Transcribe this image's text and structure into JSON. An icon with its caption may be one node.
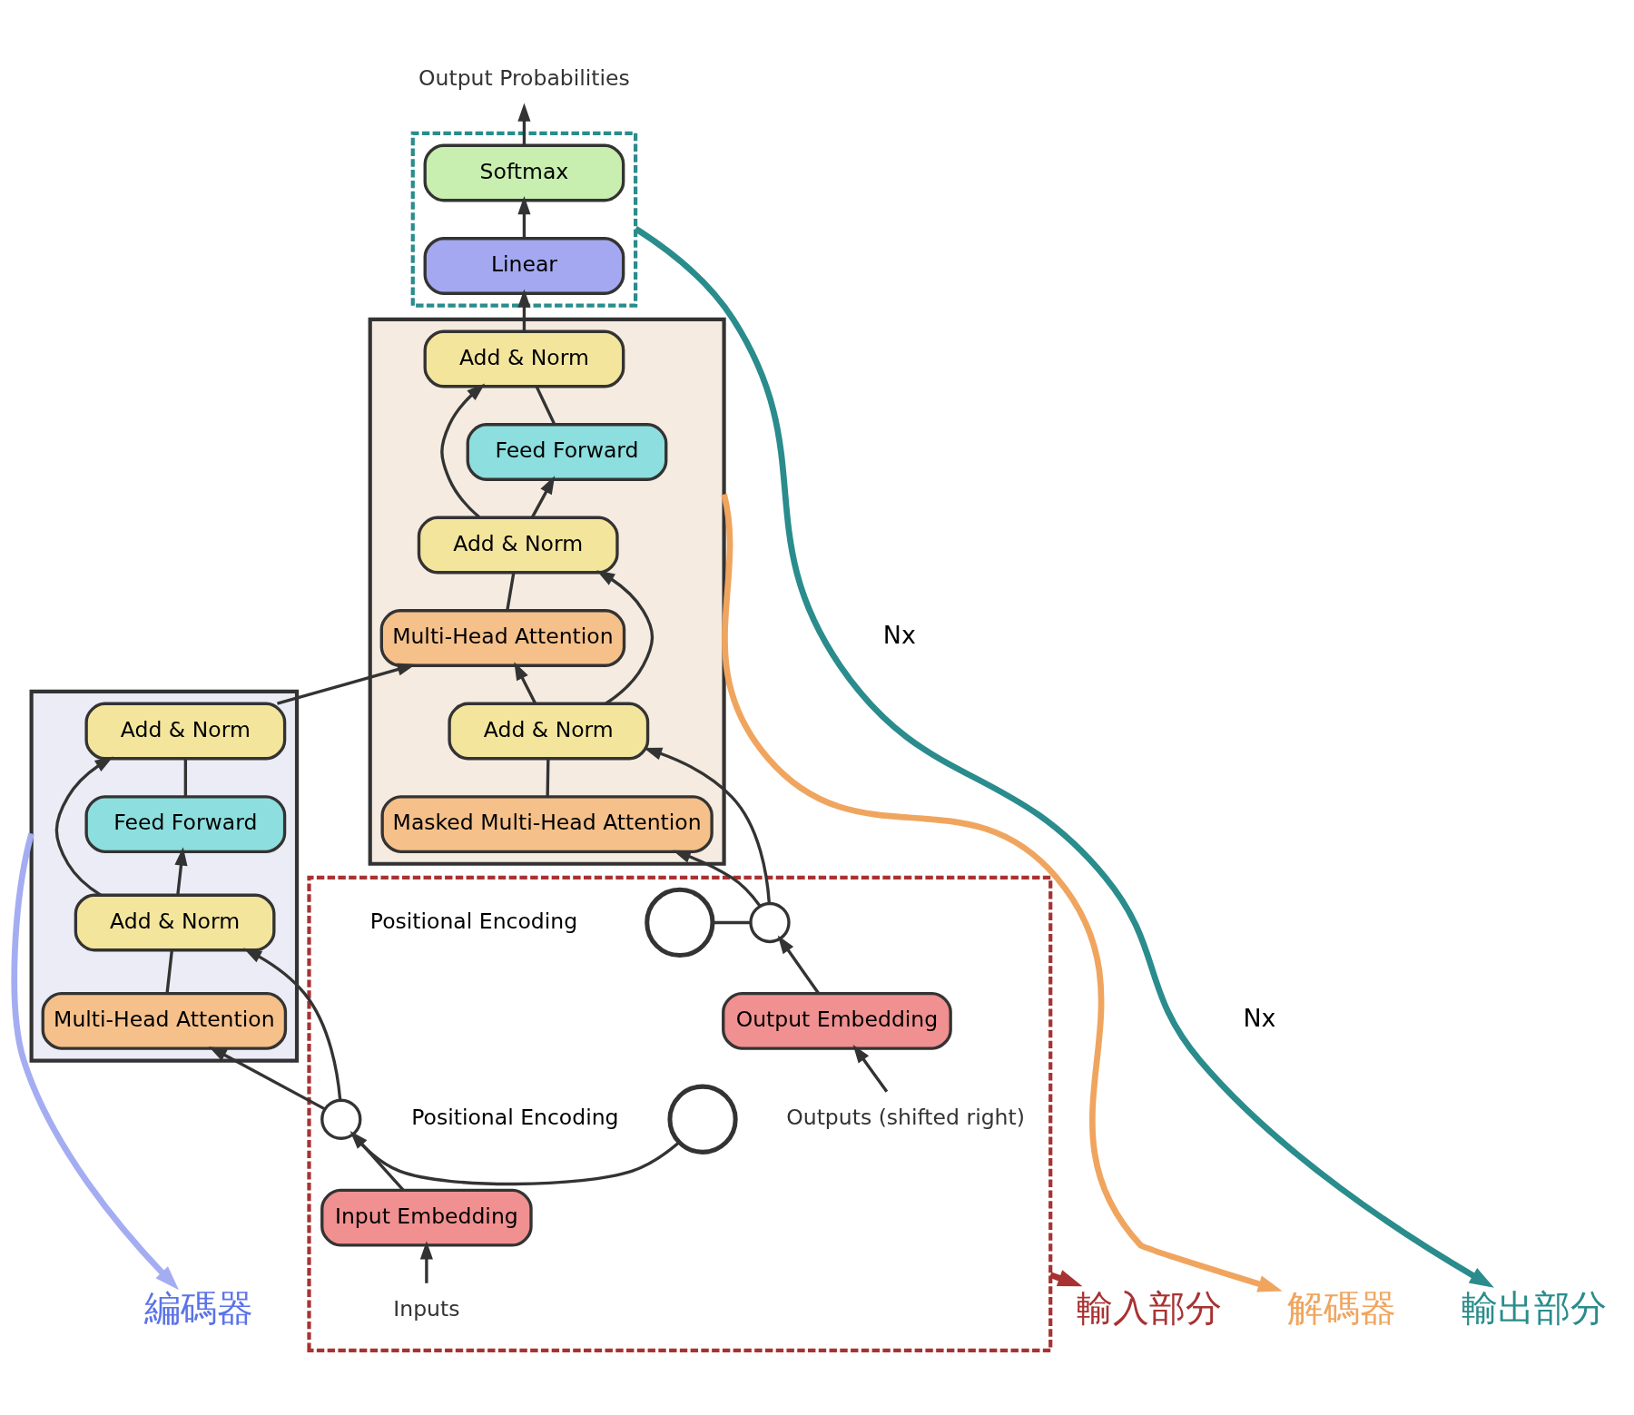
{
  "diagram": {
    "nodes": [
      {
        "text": [],
        "shape": "box"
      },
      {
        "text": [
          "Softmax"
        ],
        "in": 0
      },
      {
        "text": [
          "Linear"
        ],
        "in": 0
      },
      {
        "text": [
          "輸出部分"
        ]
      },
      {
        "text": [
          "Output Probabilities"
        ]
      },
      {
        "text": [],
        "shape": "box"
      },
      {
        "text": [
          "Add & Norm"
        ],
        "in": 5
      },
      {
        "text": [
          "Feed Forward"
        ],
        "in": 5
      },
      {
        "text": [
          "Add & Norm"
        ],
        "in": 5
      },
      {
        "text": [
          "Multi-Head Attention"
        ],
        "in": 5
      },
      {
        "text": [
          "Add & Norm"
        ],
        "in": 5
      },
      {
        "text": [
          "Masked Multi-Head Attention"
        ],
        "in": 5
      },
      {
        "text": [
          "解碼器"
        ]
      },
      {
        "text": [
          "編碼器"
        ]
      },
      {
        "text": [],
        "shape": "box"
      },
      {
        "text": [
          "Add & Norm"
        ],
        "in": 14
      },
      {
        "text": [
          "Feed Forward"
        ],
        "in": 14
      },
      {
        "text": [
          "Add & Norm"
        ],
        "in": 14
      },
      {
        "text": [
          "Multi-Head Attention"
        ],
        "in": 14
      },
      {
        "text": [],
        "shape": "box"
      },
      {
        "text": [],
        "shape": "circle",
        "in": 19,
        "beside": [
          "Positional Encoding"
        ]
      },
      {
        "text": [],
        "shape": "circle",
        "in": 19
      },
      {
        "text": [
          "Input Embedding"
        ],
        "in": 19
      },
      {
        "text": [
          "Inputs"
        ],
        "in": 19
      },
      {
        "text": [],
        "shape": "circle",
        "in": 19
      },
      {
        "text": [],
        "shape": "circle",
        "in": 19,
        "beside": [
          "Positional Encoding"
        ]
      },
      {
        "text": [
          "Output Embedding"
        ],
        "in": 19
      },
      {
        "text": [
          "Outputs (shifted right)"
        ],
        "in": 19
      },
      {
        "text": [
          "輸入部分"
        ]
      }
    ],
    "edges": [
      {
        "from": 23,
        "to": 22,
        "arrow": "to"
      },
      {
        "from": 22,
        "to": 21,
        "arrow": "to"
      },
      {
        "from": 20,
        "to": 21,
        "arrow": "none"
      },
      {
        "from": 21,
        "to": 18,
        "arrow": "to"
      },
      {
        "from": 21,
        "to": 17,
        "arrow": "to"
      },
      {
        "from": 18,
        "to": 17,
        "arrow": "none"
      },
      {
        "from": 17,
        "to": 16,
        "arrow": "to"
      },
      {
        "from": 17,
        "to": 15,
        "arrow": "to"
      },
      {
        "from": 16,
        "to": 15,
        "arrow": "none"
      },
      {
        "from": 15,
        "to": 9,
        "arrow": "to"
      },
      {
        "from": 27,
        "to": 26,
        "arrow": "to"
      },
      {
        "from": 26,
        "to": 24,
        "arrow": "to"
      },
      {
        "from": 25,
        "to": 24,
        "arrow": "none"
      },
      {
        "from": 24,
        "to": 11,
        "arrow": "to"
      },
      {
        "from": 24,
        "to": 10,
        "arrow": "to"
      },
      {
        "from": 11,
        "to": 10,
        "arrow": "none"
      },
      {
        "from": 10,
        "to": 9,
        "arrow": "to"
      },
      {
        "from": 10,
        "to": 8,
        "arrow": "to"
      },
      {
        "from": 9,
        "to": 8,
        "arrow": "none"
      },
      {
        "from": 8,
        "to": 7,
        "arrow": "to"
      },
      {
        "from": 8,
        "to": 6,
        "arrow": "to"
      },
      {
        "from": 7,
        "to": 6,
        "arrow": "none"
      },
      {
        "from": 6,
        "to": 2,
        "arrow": "to"
      },
      {
        "from": 2,
        "to": 1,
        "arrow": "to"
      },
      {
        "from": 1,
        "to": 4,
        "arrow": "to"
      },
      {
        "from": 0,
        "to": 3,
        "arrow": "to",
        "style": "thick",
        "color": "#2a8c8c"
      },
      {
        "from": 14,
        "to": 13,
        "arrow": "to",
        "style": "thick",
        "color": "#a4adf2"
      },
      {
        "from": 5,
        "to": 12,
        "arrow": "to",
        "style": "thick",
        "color": "#f0a55f"
      },
      {
        "from": 19,
        "to": 28,
        "arrow": "to",
        "style": "thick",
        "color": "#a83232"
      }
    ],
    "labels": [
      "Nx",
      "Nx"
    ]
  }
}
